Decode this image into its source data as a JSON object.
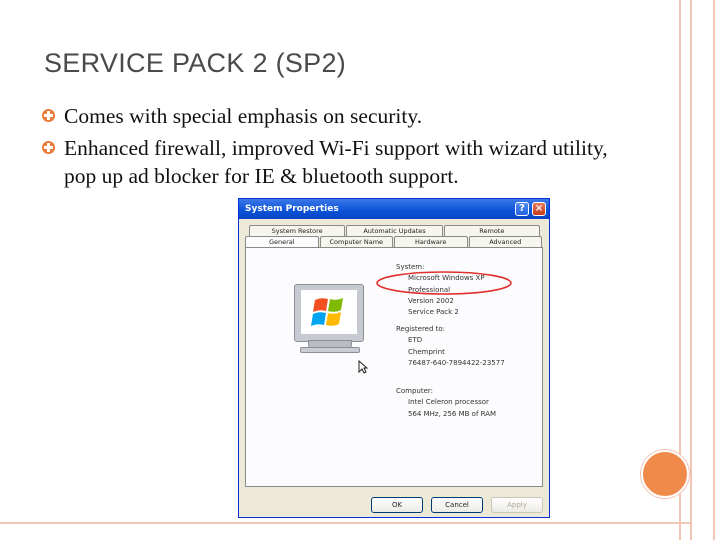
{
  "slide": {
    "title": "SERVICE PACK 2 (SP2)",
    "bullets": [
      "Comes with special emphasis on security.",
      "Enhanced firewall, improved Wi-Fi support with wizard utility, pop up ad blocker for IE & bluetooth support."
    ],
    "accent_color": "#f08a4b"
  },
  "dialog": {
    "title": "System Properties",
    "tabs_row1": [
      "System Restore",
      "Automatic Updates",
      "Remote"
    ],
    "tabs_row2": [
      "General",
      "Computer Name",
      "Hardware",
      "Advanced"
    ],
    "system_label": "System:",
    "system_lines": [
      "Microsoft Windows XP",
      "Professional",
      "Version 2002",
      "Service Pack 2"
    ],
    "registered_label": "Registered to:",
    "registered_lines": [
      "ETD",
      "Chemprint",
      "76487-640-7894422-23577"
    ],
    "computer_label": "Computer:",
    "computer_lines": [
      "Intel Celeron processor",
      "564 MHz, 256 MB of RAM"
    ],
    "buttons": {
      "ok": "OK",
      "cancel": "Cancel",
      "apply": "Apply"
    },
    "highlight_color": "#e0302b"
  }
}
